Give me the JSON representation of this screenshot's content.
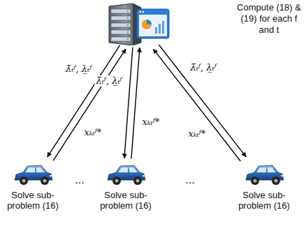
{
  "diagram": {
    "nodes": [
      {
        "text": [
          "Compute (18) & (19) for each f and t"
        ]
      },
      {
        "text": [
          "Solve sub-problem (16)"
        ]
      },
      {
        "text": [
          "Solve sub-problem (16)"
        ]
      },
      {
        "text": [
          "Solve sub-problem (16)"
        ]
      }
    ],
    "edges": [
      {
        "from": 0,
        "to": 1,
        "arrow": "to",
        "label": "λ̄ₜᶠ, λ̲ₜᶠ"
      },
      {
        "from": 1,
        "to": 0,
        "arrow": "to",
        "label": "xₖₜᶠ*"
      },
      {
        "from": 0,
        "to": 2,
        "arrow": "to",
        "label": "λ̄ₜᶠ, λ̲ₜᶠ"
      },
      {
        "from": 2,
        "to": 0,
        "arrow": "to",
        "label": "xₖₜᶠ*"
      },
      {
        "from": 0,
        "to": 3,
        "arrow": "to",
        "label": "λ̄ₜᶠ, λ̲ₜᶠ"
      },
      {
        "from": 3,
        "to": 0,
        "arrow": "to",
        "label": "xₖₜᶠ*"
      }
    ],
    "labels": [
      "...",
      "..."
    ]
  }
}
